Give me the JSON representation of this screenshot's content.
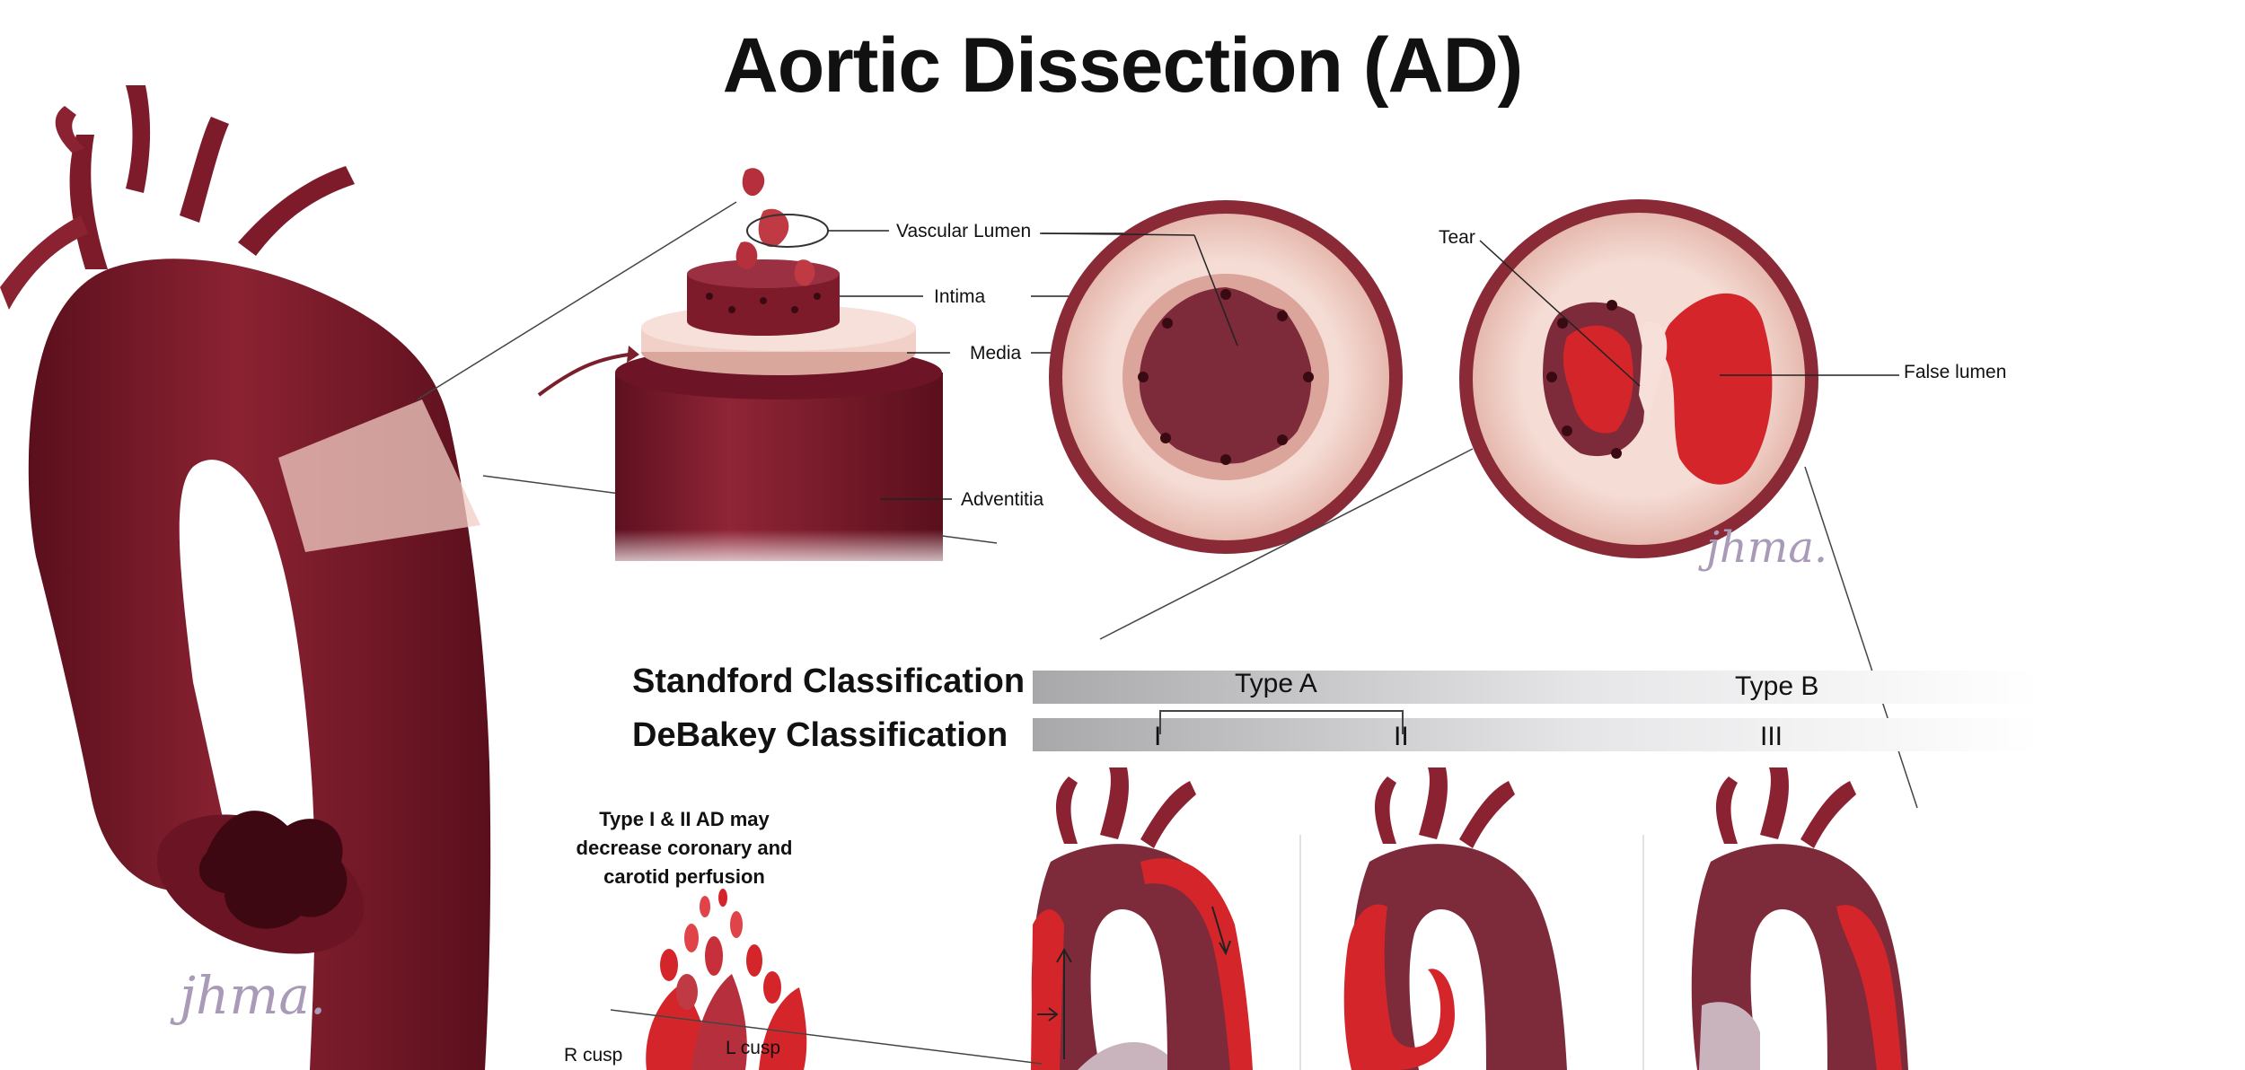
{
  "title": "Aortic Dissection (AD)",
  "labels": {
    "vascular_lumen": "Vascular Lumen",
    "intima": "Intima",
    "media": "Media",
    "adventitia": "Adventitia",
    "tear": "Tear",
    "false_lumen": "False lumen"
  },
  "classification": {
    "standford_label": "Standford Classification",
    "debakey_label": "DeBakey Classification",
    "type_a": "Type A",
    "type_b": "Type B",
    "debakey_i": "I",
    "debakey_ii": "II",
    "debakey_iii": "III"
  },
  "note": "Type I & II AD may decrease coronary and carotid perfusion",
  "cusps": {
    "right": "R cusp",
    "left": "L cusp"
  },
  "watermark": "jhma.",
  "colors": {
    "aorta": "#7d1b2a",
    "aorta_dark": "#5a0f1c",
    "false_lumen": "#d4262a",
    "media_pink": "#f1d0c8",
    "band_gray": "#b5b5b8"
  }
}
